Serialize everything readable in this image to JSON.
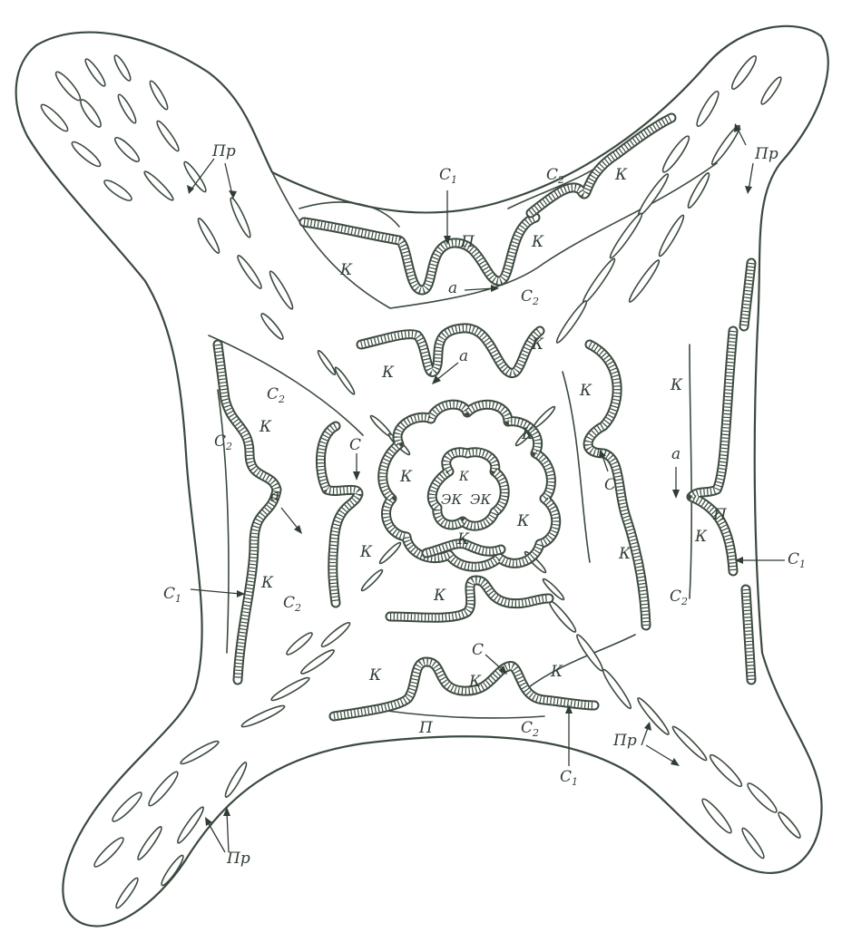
{
  "labels": {
    "pr": "Пр",
    "c": "С",
    "c1_base": "С",
    "c1_sub": "1",
    "c2_base": "С",
    "c2_sub": "2",
    "a": "а",
    "k": "К",
    "p": "П",
    "ek": "ЭК"
  },
  "colors": {
    "ink": "#3b4a3e",
    "paper": "#ffffff"
  }
}
